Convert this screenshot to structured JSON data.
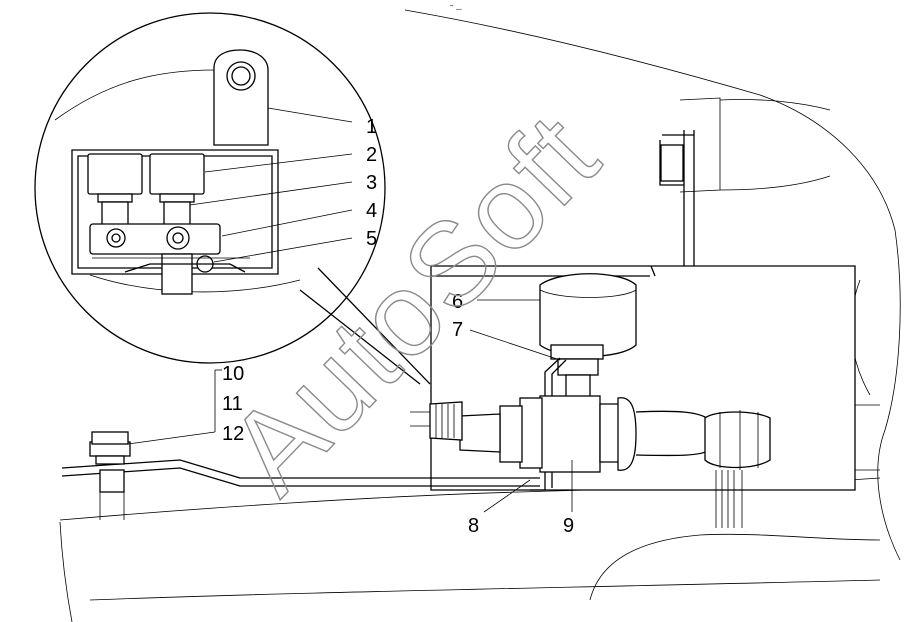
{
  "diagram": {
    "callouts": [
      {
        "id": "1",
        "label": "1"
      },
      {
        "id": "2",
        "label": "2"
      },
      {
        "id": "3",
        "label": "3"
      },
      {
        "id": "4",
        "label": "4"
      },
      {
        "id": "5",
        "label": "5"
      },
      {
        "id": "6",
        "label": "6"
      },
      {
        "id": "7",
        "label": "7"
      },
      {
        "id": "8",
        "label": "8"
      },
      {
        "id": "9",
        "label": "9"
      },
      {
        "id": "10",
        "label": "10"
      },
      {
        "id": "11",
        "label": "11"
      },
      {
        "id": "12",
        "label": "12"
      }
    ],
    "watermark": "AutoSoft",
    "top_mark": "˜ ‒"
  }
}
